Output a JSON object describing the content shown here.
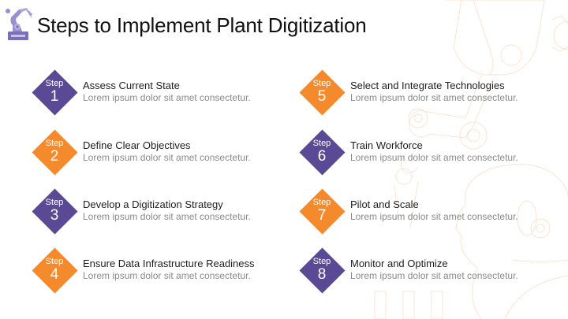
{
  "slide": {
    "title": "Steps to Implement Plant Digitization",
    "colors": {
      "purple": "#5a4a96",
      "orange": "#f58a2c",
      "background_art": "#fbe3d2",
      "logo": "#8a80c4"
    }
  },
  "steps": [
    {
      "label": "Step",
      "number": "1",
      "title": "Assess Current State",
      "description": "Lorem ipsum dolor sit amet consectetur.",
      "color": "purple"
    },
    {
      "label": "Step",
      "number": "2",
      "title": "Define Clear Objectives",
      "description": "Lorem ipsum dolor sit amet consectetur.",
      "color": "orange"
    },
    {
      "label": "Step",
      "number": "3",
      "title": "Develop a Digitization Strategy",
      "description": "Lorem ipsum dolor sit amet consectetur.",
      "color": "purple"
    },
    {
      "label": "Step",
      "number": "4",
      "title": "Ensure Data Infrastructure Readiness",
      "description": "Lorem ipsum dolor sit amet consectetur.",
      "color": "orange"
    },
    {
      "label": "Step",
      "number": "5",
      "title": "Select and Integrate Technologies",
      "description": "Lorem ipsum dolor sit amet consectetur.",
      "color": "orange"
    },
    {
      "label": "Step",
      "number": "6",
      "title": "Train Workforce",
      "description": "Lorem ipsum dolor sit amet consectetur.",
      "color": "purple"
    },
    {
      "label": "Step",
      "number": "7",
      "title": "Pilot and Scale",
      "description": "Lorem ipsum dolor sit amet consectetur.",
      "color": "orange"
    },
    {
      "label": "Step",
      "number": "8",
      "title": "Monitor and Optimize",
      "description": "Lorem ipsum dolor sit amet consectetur.",
      "color": "purple"
    }
  ]
}
